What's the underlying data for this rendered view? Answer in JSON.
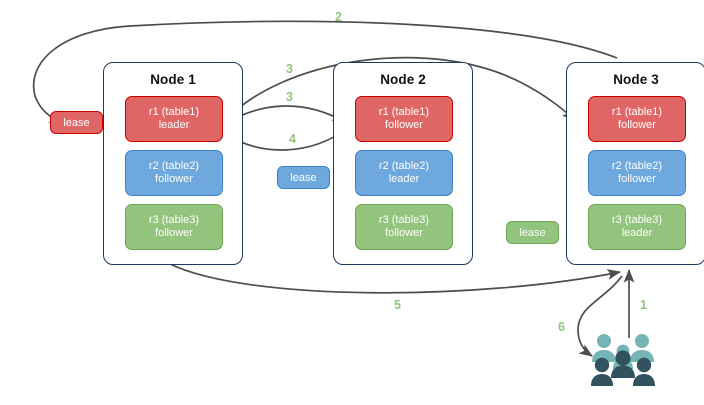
{
  "diagram": {
    "title": "distributed-lease-raft-flow",
    "accent_green": "#93c47d",
    "arrow_color": "#4d4d4d",
    "node_border": "#1f3864"
  },
  "nodes": [
    {
      "id": "node-1",
      "title": "Node 1",
      "replicas": [
        {
          "name": "r1 (table1)",
          "role": "leader",
          "color": "#e06666",
          "border": "#cc0000"
        },
        {
          "name": "r2 (table2)",
          "role": "follower",
          "color": "#6fa8dc",
          "border": "#3d85c6"
        },
        {
          "name": "r3 (table3)",
          "role": "follower",
          "color": "#93c47d",
          "border": "#6aa84f"
        }
      ]
    },
    {
      "id": "node-2",
      "title": "Node 2",
      "replicas": [
        {
          "name": "r1 (table1)",
          "role": "follower",
          "color": "#e06666",
          "border": "#cc0000"
        },
        {
          "name": "r2 (table2)",
          "role": "leader",
          "color": "#6fa8dc",
          "border": "#3d85c6"
        },
        {
          "name": "r3 (table3)",
          "role": "follower",
          "color": "#93c47d",
          "border": "#6aa84f"
        }
      ]
    },
    {
      "id": "node-3",
      "title": "Node 3",
      "replicas": [
        {
          "name": "r1 (table1)",
          "role": "follower",
          "color": "#e06666",
          "border": "#cc0000"
        },
        {
          "name": "r2 (table2)",
          "role": "follower",
          "color": "#6fa8dc",
          "border": "#3d85c6"
        },
        {
          "name": "r3 (table3)",
          "role": "leader",
          "color": "#93c47d",
          "border": "#6aa84f"
        }
      ]
    }
  ],
  "leases": [
    {
      "id": "lease-table1",
      "label": "lease",
      "color": "#e06666",
      "border": "#cc0000"
    },
    {
      "id": "lease-table2",
      "label": "lease",
      "color": "#6fa8dc",
      "border": "#3d85c6"
    },
    {
      "id": "lease-table3",
      "label": "lease",
      "color": "#93c47d",
      "border": "#6aa84f"
    }
  ],
  "steps": [
    {
      "n": "1",
      "from": "clients",
      "to": "node-3"
    },
    {
      "n": "2",
      "from": "node-3",
      "to": "lease-table1"
    },
    {
      "n": "3",
      "from": "node-1-r1",
      "to": "node-3-r1"
    },
    {
      "n": "3",
      "from": "node-1-r1",
      "to": "node-2-r1"
    },
    {
      "n": "4",
      "from": "node-2-r1",
      "to": "node-1-r1"
    },
    {
      "n": "5",
      "from": "node-1",
      "to": "node-3"
    },
    {
      "n": "6",
      "from": "node-3",
      "to": "clients"
    }
  ],
  "clients": {
    "icon": "people-group-icon",
    "light": "#76b5b5",
    "dark": "#31525e"
  }
}
